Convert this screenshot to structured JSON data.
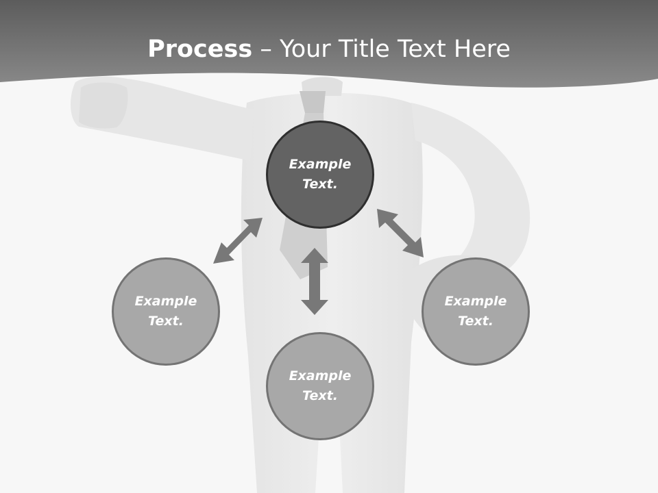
{
  "title": {
    "bold": "Process",
    "separator": "–",
    "rest": "Your Title Text Here"
  },
  "nodes": {
    "center": {
      "line1": "Example",
      "line2": "Text."
    },
    "left": {
      "line1": "Example",
      "line2": "Text."
    },
    "bottom": {
      "line1": "Example",
      "line2": "Text."
    },
    "right": {
      "line1": "Example",
      "line2": "Text."
    }
  },
  "colors": {
    "header": "#6e6e6e",
    "center_node": "#636363",
    "side_node": "#a8a8a8",
    "arrow": "#787878",
    "figure": "#e9e9e9"
  }
}
